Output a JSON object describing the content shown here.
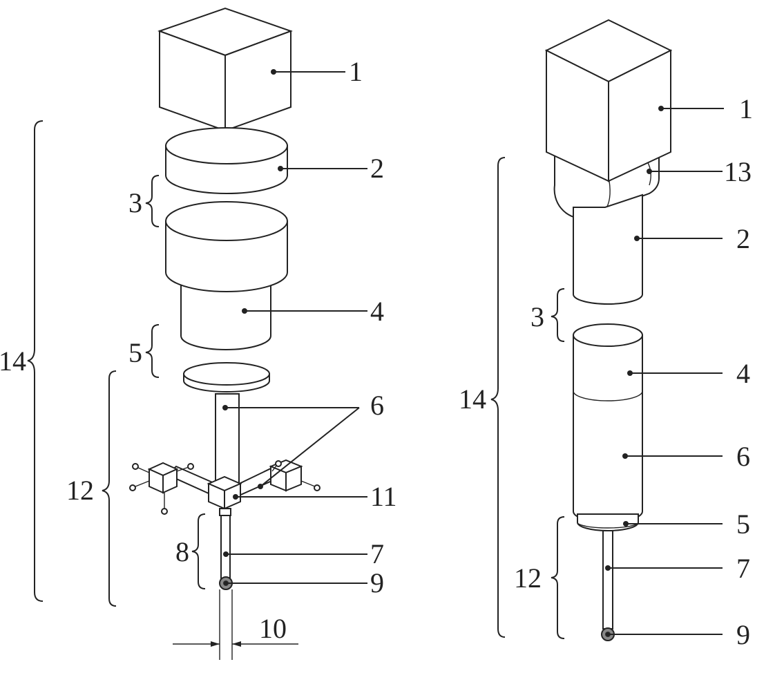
{
  "left_diagram": {
    "labels": {
      "l1": "1",
      "l2": "2",
      "l3": "3",
      "l4": "4",
      "l5": "5",
      "l6": "6",
      "l7": "7",
      "l8": "8",
      "l9": "9",
      "l10": "10",
      "l11": "11",
      "l12": "12",
      "l14": "14"
    }
  },
  "right_diagram": {
    "labels": {
      "l1": "1",
      "l13": "13",
      "l2": "2",
      "l3": "3",
      "l4": "4",
      "l6": "6",
      "l14": "14",
      "l5": "5",
      "l12": "12",
      "l7": "7",
      "l9": "9"
    }
  },
  "colors": {
    "line": "#222222",
    "fill": "#ffffff",
    "probe_tip": "#888888"
  }
}
